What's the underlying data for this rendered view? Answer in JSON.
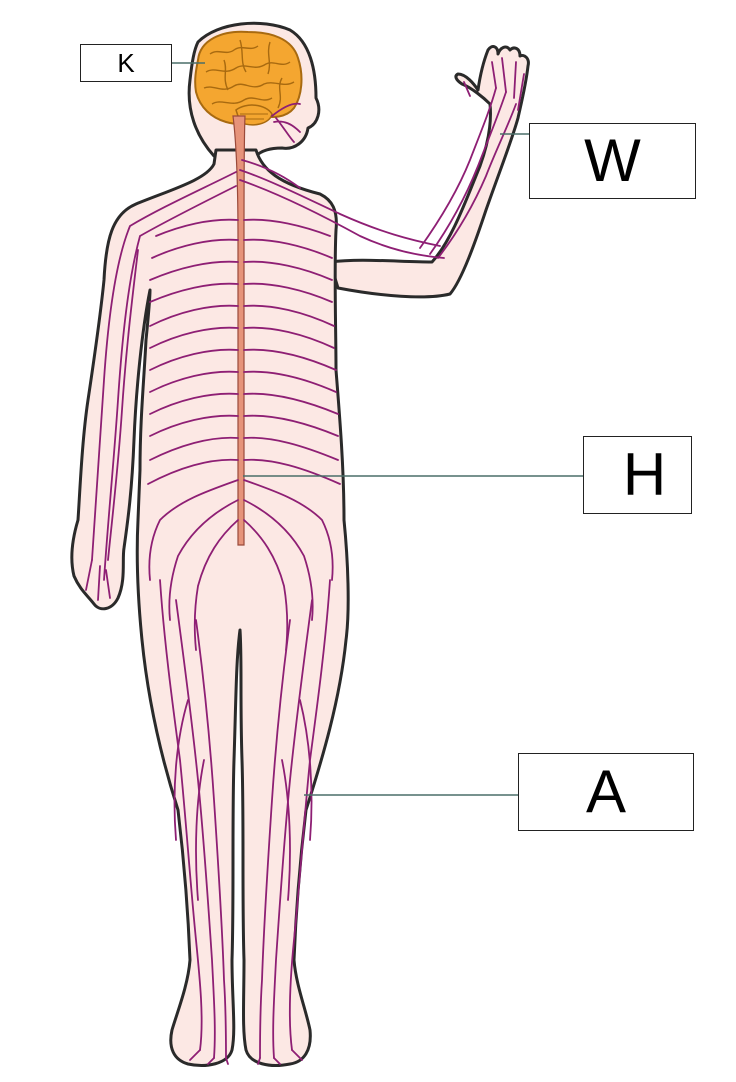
{
  "labels": {
    "k": "K",
    "w": "W",
    "h": "H",
    "a": "A"
  },
  "colors": {
    "skin": "#fce8e4",
    "outline": "#2a2a2a",
    "nerve": "#8e1f74",
    "brain": "#f4a630",
    "brain_outline": "#a86a10",
    "spinal_cord": "#e6937a",
    "leader_line": "#4a6e68"
  },
  "icons": {
    "brain": "brain-icon",
    "body": "human-body-figure"
  }
}
